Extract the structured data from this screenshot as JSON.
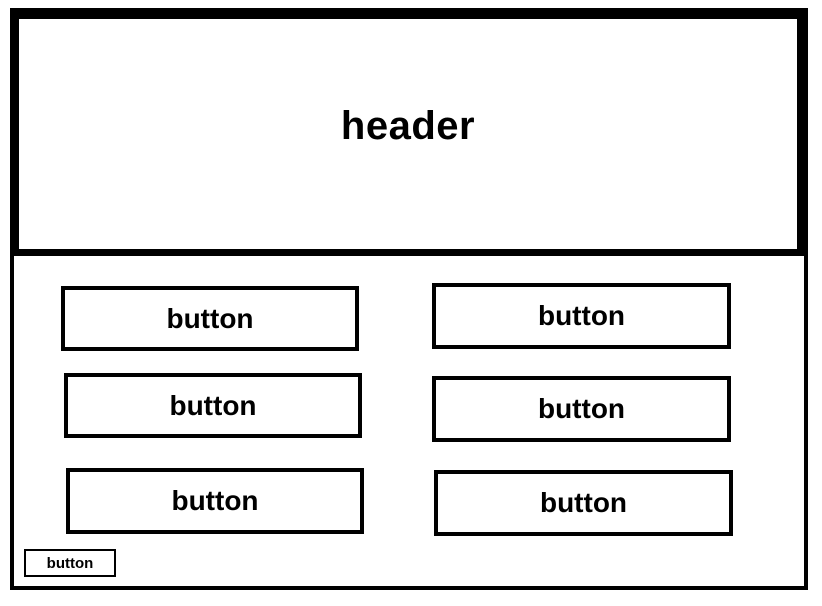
{
  "header": {
    "title": "header"
  },
  "buttons": {
    "left": [
      "button",
      "button",
      "button"
    ],
    "right": [
      "button",
      "button",
      "button"
    ],
    "small": "button"
  }
}
